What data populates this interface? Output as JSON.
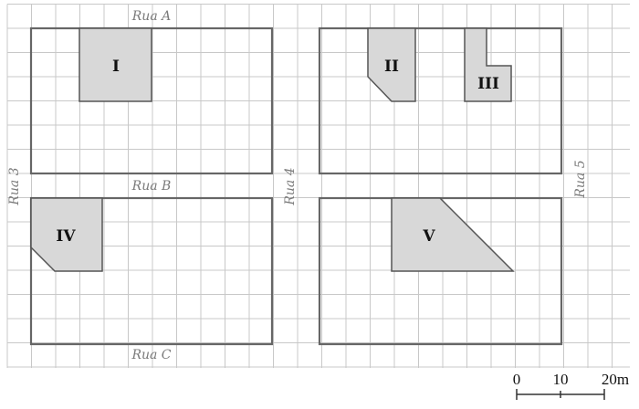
{
  "streets": {
    "rua_a": "Rua A",
    "rua_b": "Rua B",
    "rua_c": "Rua C",
    "rua_3": "Rua 3",
    "rua_4": "Rua 4",
    "rua_5": "Rua 5"
  },
  "lots": [
    {
      "label": "I"
    },
    {
      "label": "II"
    },
    {
      "label": "III"
    },
    {
      "label": "IV"
    },
    {
      "label": "V"
    }
  ],
  "scale": {
    "ticks": [
      "0",
      "10",
      "20m"
    ]
  },
  "colors": {
    "grid": "#c8c8c8",
    "block_border": "#666666",
    "lot_fill": "#d8d8d8",
    "lot_stroke": "#555555"
  }
}
